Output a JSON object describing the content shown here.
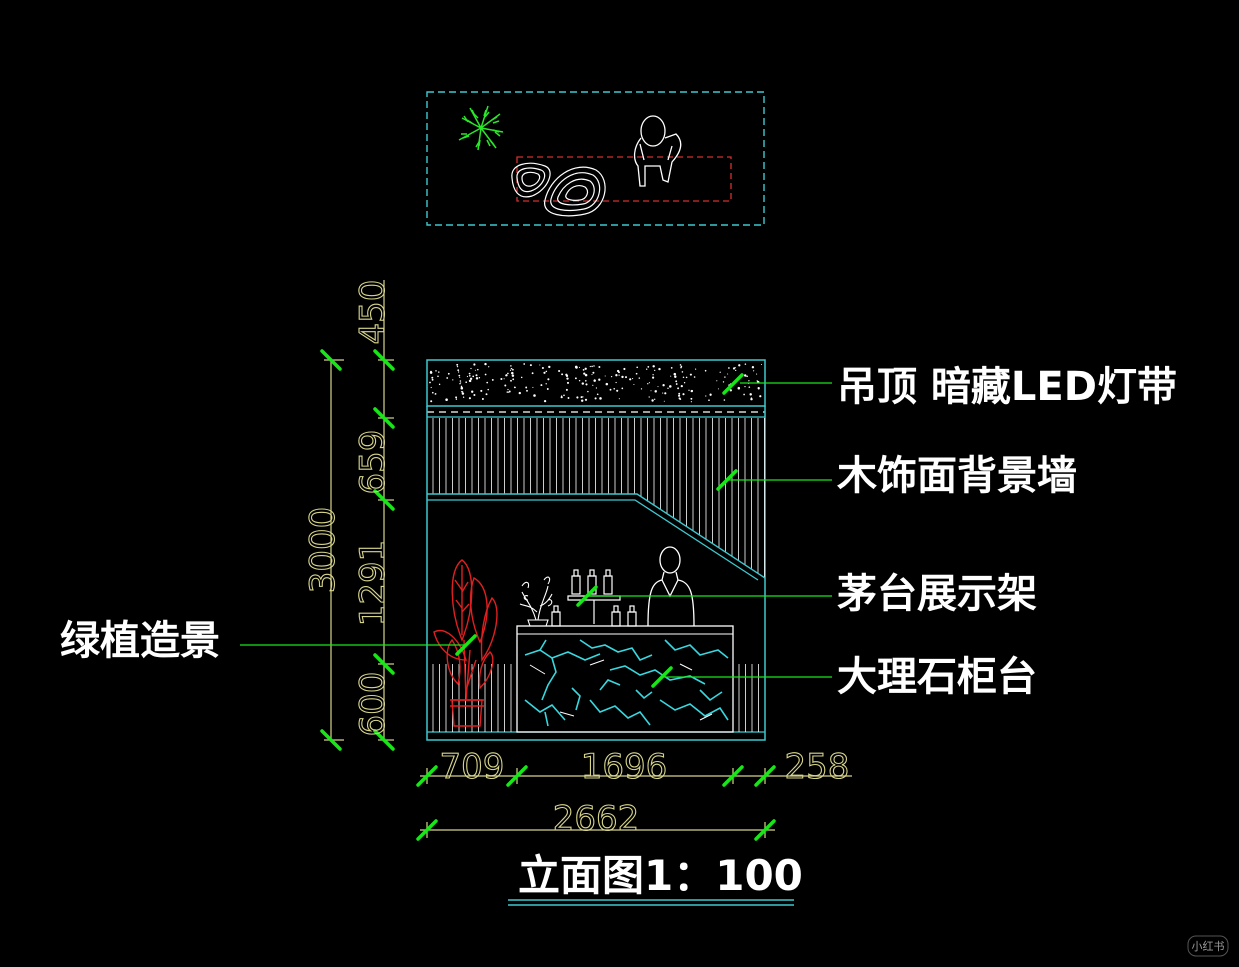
{
  "dimensions": {
    "vertical_overall": "3000",
    "vertical_segments": [
      "450",
      "659",
      "1291",
      "600"
    ],
    "horizontal_segments": [
      "709",
      "1696",
      "258"
    ],
    "horizontal_overall": "2662"
  },
  "labels": {
    "ceiling": "吊顶 暗藏LED灯带",
    "wood_wall": "木饰面背景墙",
    "moutai_shelf": "茅台展示架",
    "marble_counter": "大理石柜台",
    "green_plant": "绿植造景"
  },
  "title": "立面图1：100",
  "watermark": "小红书",
  "colors": {
    "background": "#000000",
    "outline": "#3ec9d0",
    "leader": "#19e619",
    "tick": "#19e619",
    "dimension_text": "#d6d48a",
    "plant": "#e02020",
    "plan_highlight": "#d43030",
    "marble_vein": "#38d8e0",
    "label_text": "#ffffff"
  }
}
